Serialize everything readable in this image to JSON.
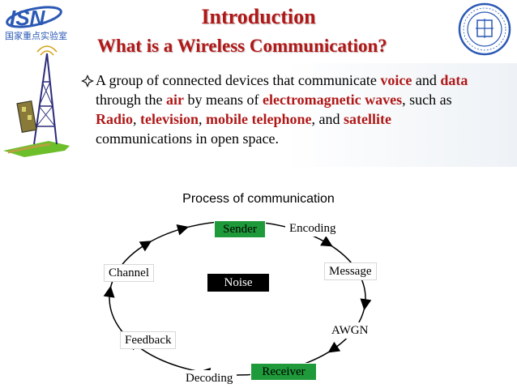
{
  "header": {
    "title": "Introduction",
    "subtitle": "What is a Wireless Communication?",
    "logo_text": "ISN",
    "logo_caption": "国家重点实验室"
  },
  "content": {
    "segments": [
      {
        "text": "A group of connected devices that communicate ",
        "highlight": false
      },
      {
        "text": "voice",
        "highlight": true
      },
      {
        "text": " and ",
        "highlight": false
      },
      {
        "text": "data",
        "highlight": true
      },
      {
        "text": " through the ",
        "highlight": false
      },
      {
        "text": "air",
        "highlight": true
      },
      {
        "text": " by means of ",
        "highlight": false
      },
      {
        "text": "electromagnetic waves",
        "highlight": true
      },
      {
        "text": ", such as ",
        "highlight": false
      },
      {
        "text": "Radio",
        "highlight": true
      },
      {
        "text": ", ",
        "highlight": false
      },
      {
        "text": "television",
        "highlight": true
      },
      {
        "text": ", ",
        "highlight": false
      },
      {
        "text": "mobile telephone",
        "highlight": true
      },
      {
        "text": ", and ",
        "highlight": false
      },
      {
        "text": "satellite",
        "highlight": true
      },
      {
        "text": " communications in open space.",
        "highlight": false
      }
    ]
  },
  "diagram": {
    "title": "Process of communication",
    "nodes": {
      "sender": "Sender",
      "encoding": "Encoding",
      "message": "Message",
      "awgn": "AWGN",
      "receiver": "Receiver",
      "decoding": "Decoding",
      "feedback": "Feedback",
      "channel": "Channel",
      "noise": "Noise"
    }
  },
  "colors": {
    "accent": "#b01818",
    "green": "#1f9a3a",
    "black": "#000000"
  }
}
